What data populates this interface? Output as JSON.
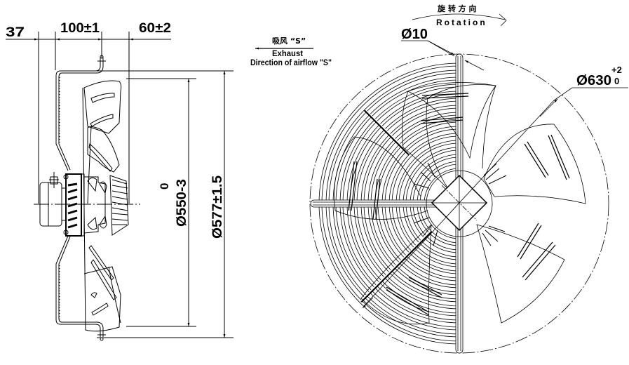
{
  "drawing": {
    "type": "axial fan technical drawing",
    "views": [
      "side-view",
      "front-view"
    ],
    "line_color": "#000000",
    "background": "#ffffff"
  },
  "side_view": {
    "dimensions": {
      "offset_left": "37",
      "depth_guard": "100±1",
      "depth_blade": "60±2",
      "inner_diameter_main": "Ø550-3",
      "inner_diameter_upper_tol": "0",
      "outer_diameter": "Ø577±1.5"
    }
  },
  "airflow": {
    "chinese_label": "吸风 “S”",
    "label": "Exhaust",
    "sublabel": "Direction of airflow \"S\""
  },
  "front_view": {
    "rotation_chinese": "旋 转 方 向",
    "rotation_label": "Rotation",
    "hole_diameter": "Ø10",
    "outer_diameter": "Ø630",
    "outer_tol_upper": "+2",
    "outer_tol_lower": "0"
  }
}
